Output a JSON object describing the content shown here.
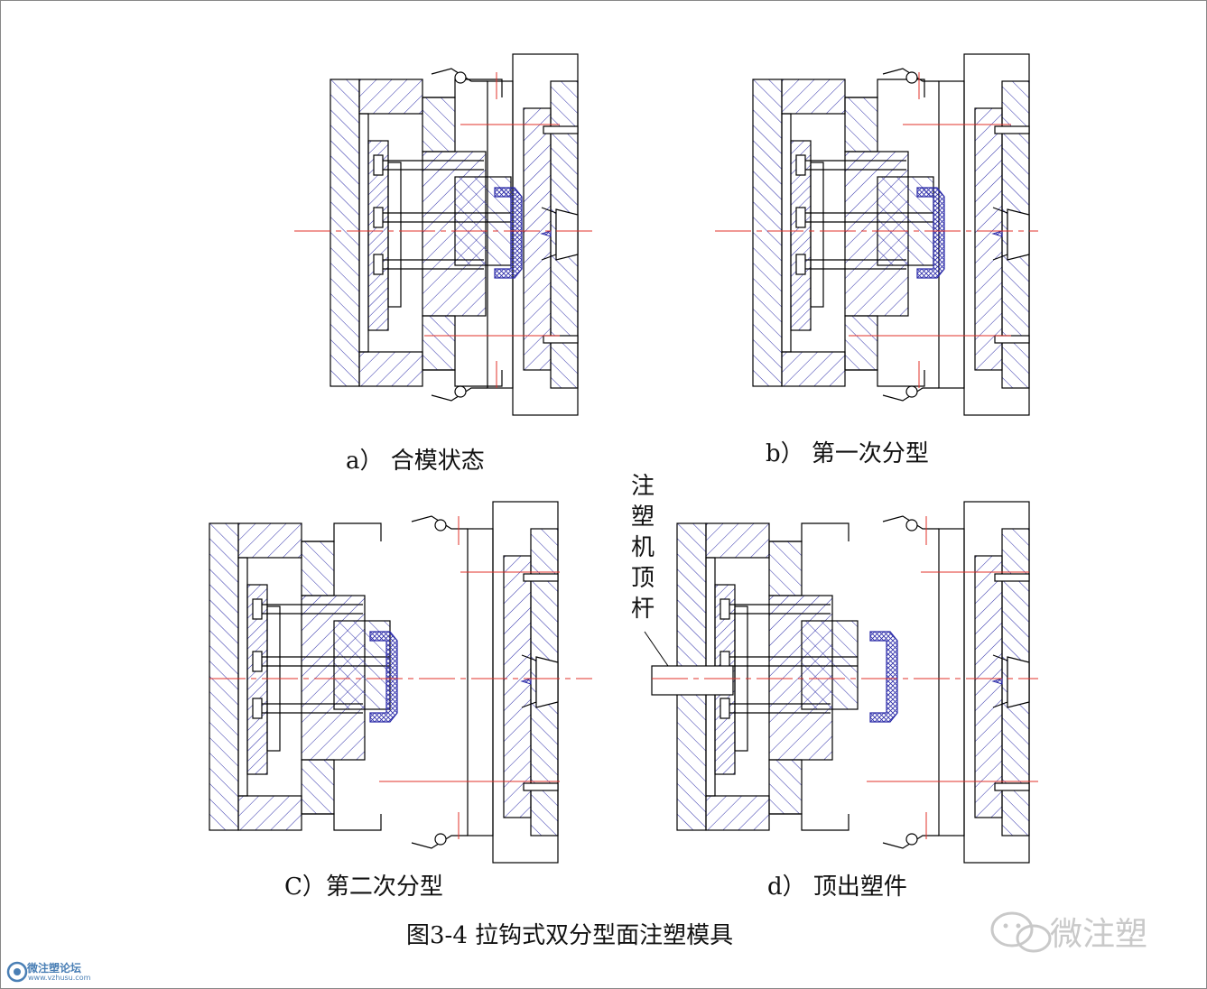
{
  "captions": {
    "a": "a） 合模状态",
    "b": "b） 第一次分型",
    "c": "C）第二次分型",
    "d": "d） 顶出塑件"
  },
  "figure_title": "图3-4 拉钩式双分型面注塑模具",
  "ejector_label": [
    "注",
    "塑",
    "机",
    "顶",
    "杆"
  ],
  "watermark": "微注塑",
  "forum": {
    "name": "微注塑论坛",
    "url": "www.vzhusu.com"
  },
  "colors": {
    "line": "#000000",
    "hatch": "#2a2aa8",
    "centerline": "#e0302a",
    "watermark": "#c9c9c9"
  }
}
